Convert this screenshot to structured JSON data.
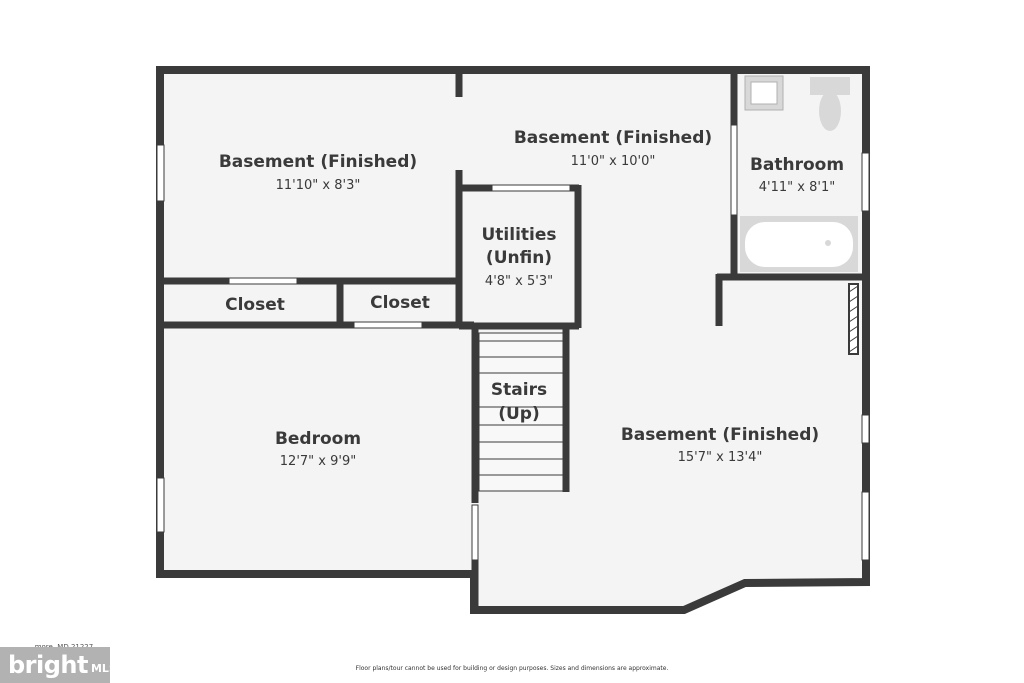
{
  "rooms": {
    "basement_left": {
      "name": "Basement (Finished)",
      "dims": "11'10\" x 8'3\""
    },
    "basement_top": {
      "name": "Basement (Finished)",
      "dims": "11'0\" x 10'0\""
    },
    "bathroom": {
      "name": "Bathroom",
      "dims": "4'11\" x 8'1\""
    },
    "utilities": {
      "name_line1": "Utilities",
      "name_line2": "(Unfin)",
      "dims": "4'8\" x 5'3\""
    },
    "closet_left": {
      "name": "Closet"
    },
    "closet_right": {
      "name": "Closet"
    },
    "stairs": {
      "name_line1": "Stairs",
      "name_line2": "(Up)"
    },
    "bedroom": {
      "name": "Bedroom",
      "dims": "12'7\" x 9'9\""
    },
    "basement_right": {
      "name": "Basement (Finished)",
      "dims": "15'7\" x 13'4\""
    }
  },
  "footer": {
    "address": "... ..., ...more, MD 21227",
    "disclaimer": "Floor plans/tour cannot be used for building or design purposes. Sizes and dimensions are approximate."
  },
  "logo": {
    "main": "bright",
    "sub": "MLS"
  },
  "colors": {
    "wall": "#3a3a3a",
    "floor": "#f4f4f4",
    "window": "#ffffff",
    "fixture": "#d8d8d8"
  }
}
